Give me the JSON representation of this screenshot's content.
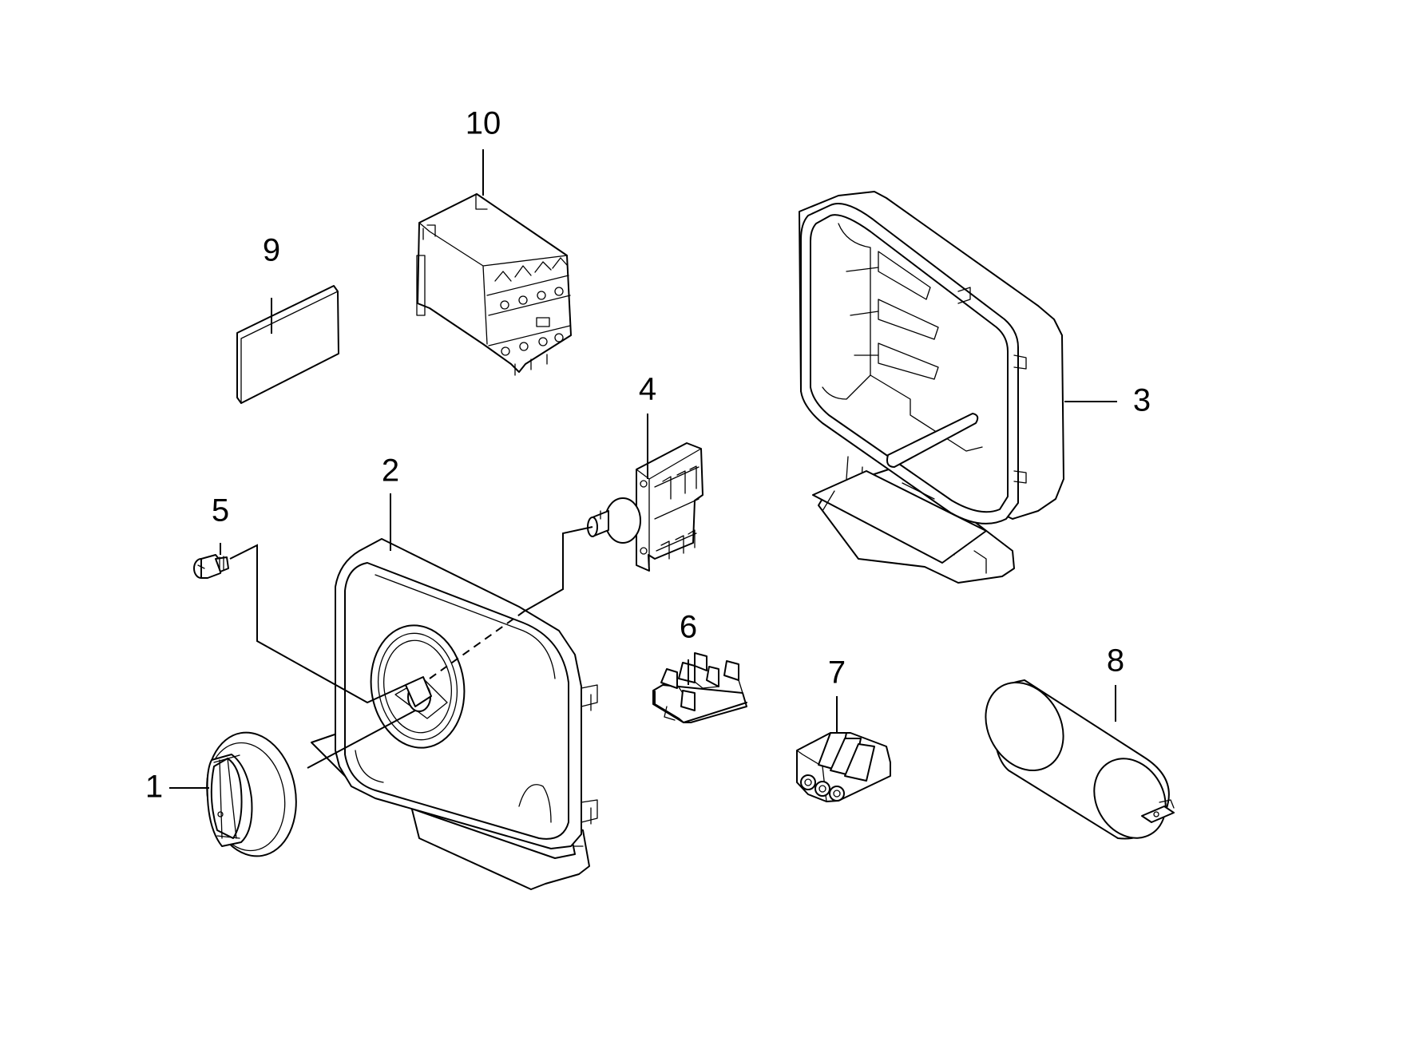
{
  "diagram": {
    "type": "exploded-parts-view",
    "callouts": [
      {
        "id": "1",
        "label": "1",
        "part": "knob"
      },
      {
        "id": "2",
        "label": "2",
        "part": "cover"
      },
      {
        "id": "3",
        "label": "3",
        "part": "housing"
      },
      {
        "id": "4",
        "label": "4",
        "part": "switch"
      },
      {
        "id": "5",
        "label": "5",
        "part": "screw"
      },
      {
        "id": "6",
        "label": "6",
        "part": "terminal-bracket"
      },
      {
        "id": "7",
        "label": "7",
        "part": "terminal-block"
      },
      {
        "id": "8",
        "label": "8",
        "part": "capacitor"
      },
      {
        "id": "9",
        "label": "9",
        "part": "plate"
      },
      {
        "id": "10",
        "label": "10",
        "part": "contactor"
      }
    ]
  }
}
